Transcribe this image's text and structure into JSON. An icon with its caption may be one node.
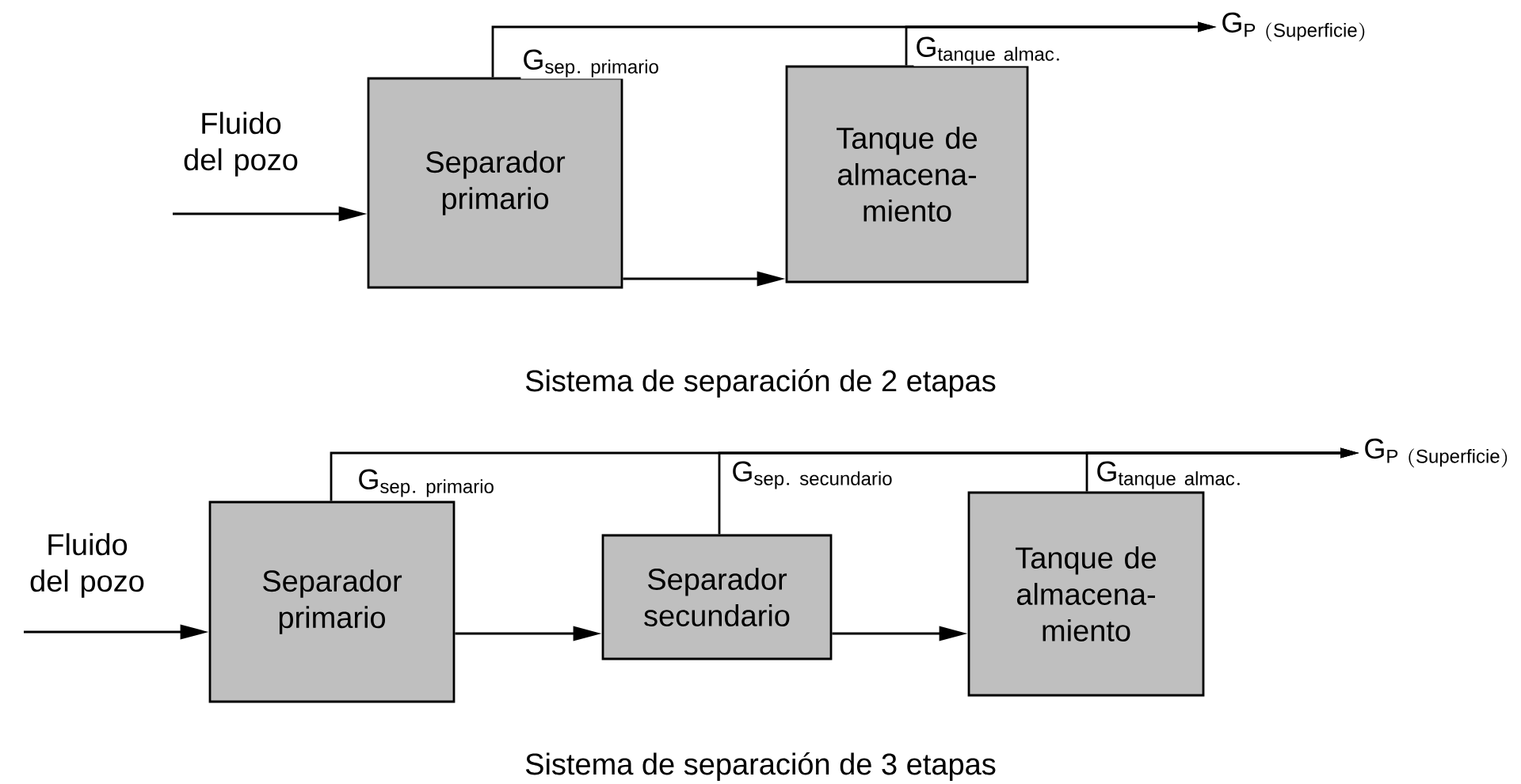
{
  "diagram": {
    "nodes": [
      {
        "text": [
          "Separador primario"
        ]
      },
      {
        "text": [
          "Tanque de almacena- miento"
        ]
      },
      {
        "text": [
          "\\mathrm{G}_{\\mathrm{P\\ (Superficie)}}"
        ]
      },
      {
        "text": [
          "Separador primario"
        ]
      },
      {
        "text": [
          "Separador secundario"
        ]
      },
      {
        "text": [
          "Tanque de almacena- miento"
        ]
      },
      {
        "text": [
          "\\mathrm{G}_{\\mathrm{P\\ (Superficie)}}"
        ]
      }
    ],
    "edges": [
      {
        "from": null,
        "to": 0,
        "arrow": "to"
      },
      {
        "from": 0,
        "to": 1,
        "arrow": "to"
      },
      {
        "from": 0,
        "to": 2,
        "arrow": "to",
        "label": "\\mathrm{G}_{\\mathrm{sep.\\ primario}}"
      },
      {
        "from": 1,
        "to": 2,
        "arrow": "to",
        "label": "\\mathrm{G}_{\\mathrm{tanque\\ almac.}}"
      },
      {
        "from": null,
        "to": 3,
        "arrow": "to"
      },
      {
        "from": 3,
        "to": 4,
        "arrow": "to"
      },
      {
        "from": 4,
        "to": 5,
        "arrow": "to"
      },
      {
        "from": 3,
        "to": 6,
        "arrow": "to",
        "label": "\\mathrm{G}_{\\mathrm{sep.\\ primario}}"
      },
      {
        "from": 4,
        "to": 6,
        "arrow": "to",
        "label": "\\mathrm{G}_{\\mathrm{sep.\\ secundario}}"
      },
      {
        "from": 5,
        "to": 6,
        "arrow": "to",
        "label": "\\mathrm{G}_{\\mathrm{tanque\\ almac.}}"
      }
    ],
    "labels": [
      "Fluido del pozo",
      "Sistema de separación de 2 etapas",
      "Fluido del pozo",
      "Sistema de separación de 3 etapas"
    ]
  }
}
